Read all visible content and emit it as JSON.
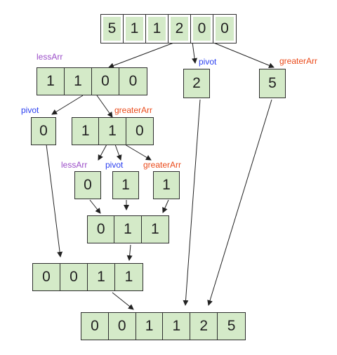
{
  "colors": {
    "less": "#9b4ec8",
    "pivot": "#2b3ff0",
    "greater": "#ea4a1a",
    "cell": "#d4eac8"
  },
  "arrays": {
    "root": [
      "5",
      "1",
      "1",
      "2",
      "0",
      "0"
    ],
    "less1": [
      "1",
      "1",
      "0",
      "0"
    ],
    "pivot1": [
      "2"
    ],
    "greater1": [
      "5"
    ],
    "pivot2": [
      "0"
    ],
    "greater2": [
      "1",
      "1",
      "0"
    ],
    "less3": [
      "0"
    ],
    "pivot3": [
      "1"
    ],
    "greater3": [
      "1"
    ],
    "merge3": [
      "0",
      "1",
      "1"
    ],
    "merge2": [
      "0",
      "0",
      "1",
      "1"
    ],
    "result": [
      "0",
      "0",
      "1",
      "1",
      "2",
      "5"
    ]
  },
  "labels": {
    "less_arr": "lessArr",
    "pivot": "pivot",
    "greater_arr": "greaterArr"
  }
}
